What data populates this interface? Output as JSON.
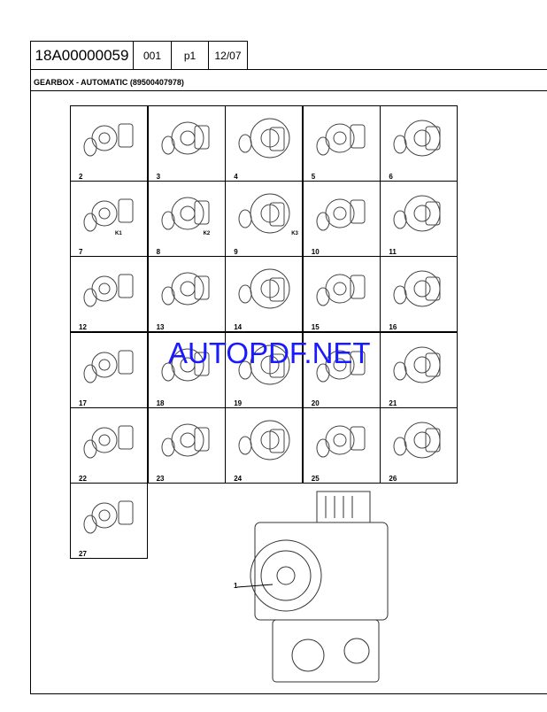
{
  "header": {
    "code": "18A00000059",
    "section": "001",
    "page": "p1",
    "date": "12/07"
  },
  "title": "GEARBOX - AUTOMATIC (89500407978)",
  "cells": [
    {
      "num": "2"
    },
    {
      "num": "3"
    },
    {
      "num": "4"
    },
    {
      "num": "5"
    },
    {
      "num": "6"
    },
    {
      "num": "7",
      "tag": "K1"
    },
    {
      "num": "8",
      "tag": "K2"
    },
    {
      "num": "9",
      "tag": "K3"
    },
    {
      "num": "10"
    },
    {
      "num": "11"
    },
    {
      "num": "12"
    },
    {
      "num": "13"
    },
    {
      "num": "14"
    },
    {
      "num": "15"
    },
    {
      "num": "16"
    },
    {
      "num": "17"
    },
    {
      "num": "18"
    },
    {
      "num": "19"
    },
    {
      "num": "20"
    },
    {
      "num": "21"
    },
    {
      "num": "22"
    },
    {
      "num": "23"
    },
    {
      "num": "24"
    },
    {
      "num": "25"
    },
    {
      "num": "26"
    },
    {
      "num": "27"
    }
  ],
  "main_label": "1",
  "watermark": "AUTOPDF.NET"
}
